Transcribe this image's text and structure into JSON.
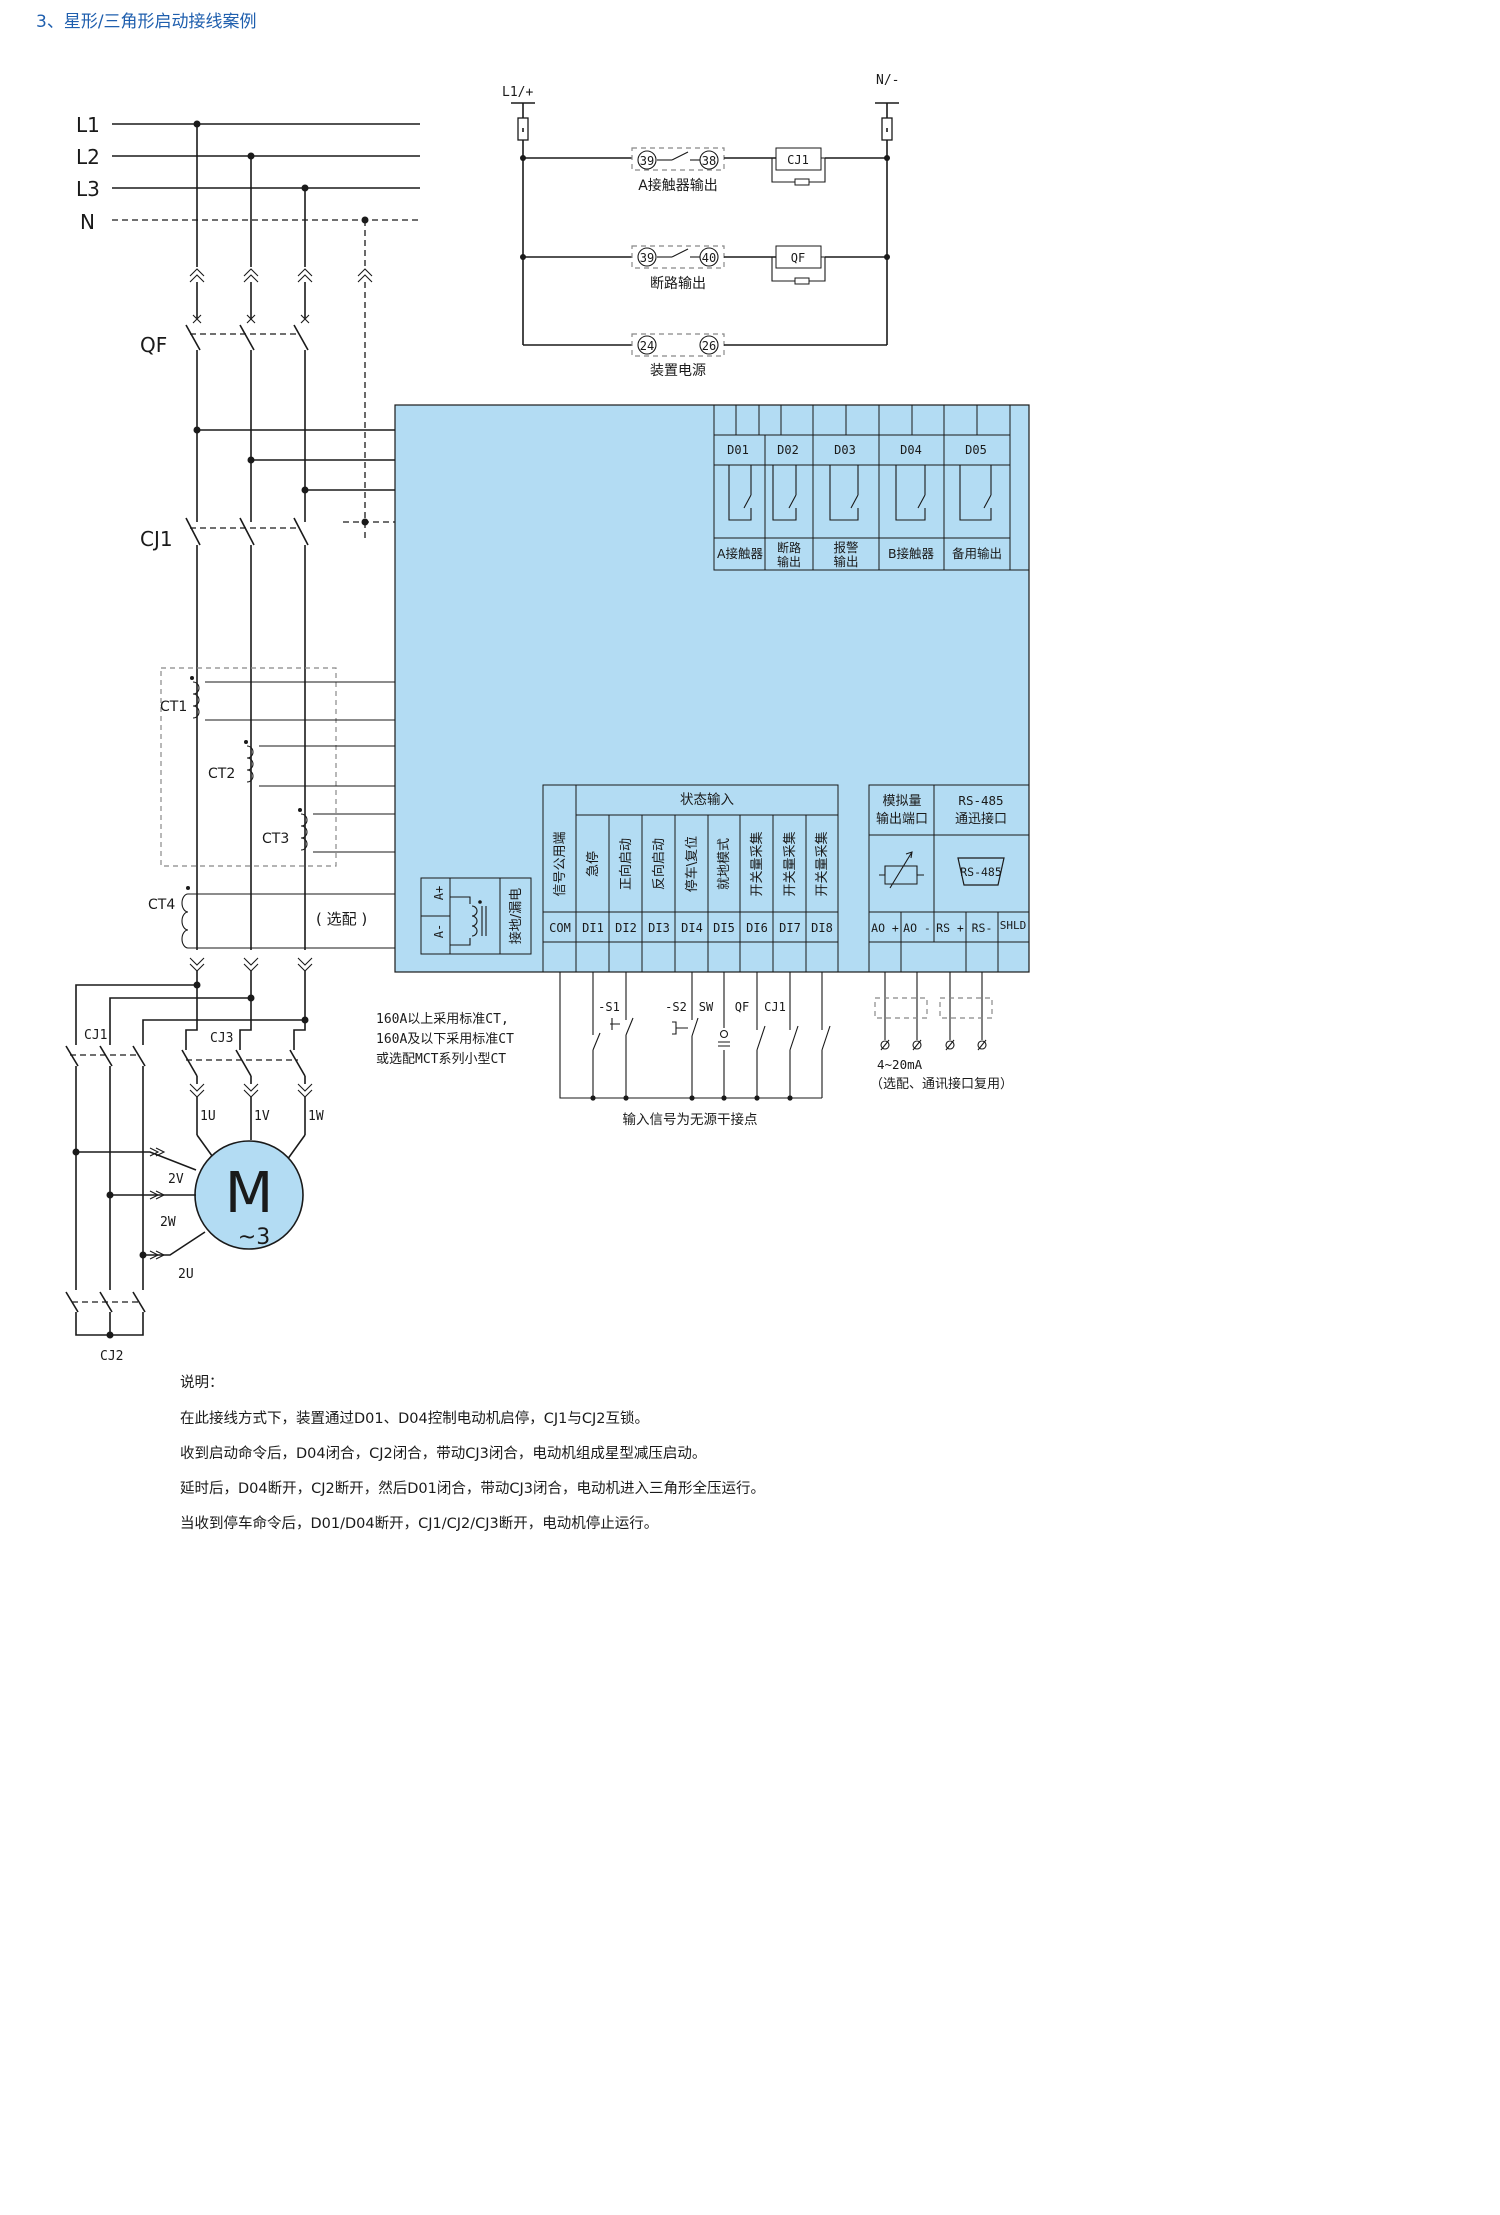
{
  "title": "3、星形/三角形启动接线案例",
  "power": {
    "lines": [
      "L1",
      "L2",
      "L3",
      "N"
    ],
    "qf": "QF",
    "cj1": "CJ1",
    "ct": [
      "CT1",
      "CT2",
      "CT3",
      "CT4"
    ],
    "optional": "( 选配 )",
    "cj1_lower": "CJ1",
    "cj3": "CJ3",
    "cj2": "CJ2",
    "motor_terminals": [
      "1U",
      "1V",
      "1W",
      "2V",
      "2W",
      "2U"
    ],
    "motor_symbol": "M",
    "motor_phase": "~3"
  },
  "control": {
    "l1": "L1/+",
    "n": "N/-",
    "rows": [
      {
        "t1": "39",
        "t2": "38",
        "caption": "A接触器输出",
        "coil": "CJ1"
      },
      {
        "t1": "39",
        "t2": "40",
        "caption": "断路输出",
        "coil": "QF"
      },
      {
        "t1": "24",
        "t2": "26",
        "caption": "装置电源",
        "coil": ""
      }
    ]
  },
  "device": {
    "relay_heads": [
      "D01",
      "D02",
      "D03",
      "D04",
      "D05"
    ],
    "relay_funcs": [
      "A接触器",
      "断路\n输出",
      "报警\n输出",
      "B接触器",
      "备用输出"
    ],
    "ground_terms": [
      "A+",
      "A-"
    ],
    "ground_label": "接地/漏电",
    "signal_common": "信号公用端",
    "status_input": "状态输入",
    "di_funcs": [
      "急停",
      "正向启动",
      "反向启动",
      "停车\\复位",
      "就地模式",
      "开关量采集",
      "开关量采集",
      "开关量采集"
    ],
    "di_terms": [
      "COM",
      "DI1",
      "DI2",
      "DI3",
      "DI4",
      "DI5",
      "DI6",
      "DI7",
      "DI8"
    ],
    "analog_header": "模拟量\n输出端口",
    "rs485_header": "RS-485\n通迅接口",
    "rs485_port": "RS-485",
    "bottom_terms": [
      "AO +",
      "AO -",
      "RS +",
      "RS-",
      "SHLD"
    ]
  },
  "inputs": {
    "switches": [
      "-S1",
      "-S2",
      "SW",
      "QF",
      "CJ1"
    ],
    "caption": "输入信号为无源干接点",
    "analog_range": "4~20mA",
    "analog_note": "（选配、通讯接口复用）"
  },
  "ct_note": [
    "160A以上采用标准CT,",
    "160A及以下采用标准CT",
    "或选配MCT系列小型CT"
  ],
  "notes": {
    "heading": "说明：",
    "lines": [
      "在此接线方式下，装置通过D01、D04控制电动机启停，CJ1与CJ2互锁。",
      "收到启动命令后，D04闭合，CJ2闭合，带动CJ3闭合，电动机组成星型减压启动。",
      "延时后，D04断开，CJ2断开，然后D01闭合，带动CJ3闭合，电动机进入三角形全压运行。",
      "当收到停车命令后，D01/D04断开，CJ1/CJ2/CJ3断开，电动机停止运行。"
    ]
  },
  "colors": {
    "panel": "#b3dcf3",
    "title": "#1f5fae",
    "ink": "#1a1a1a"
  }
}
